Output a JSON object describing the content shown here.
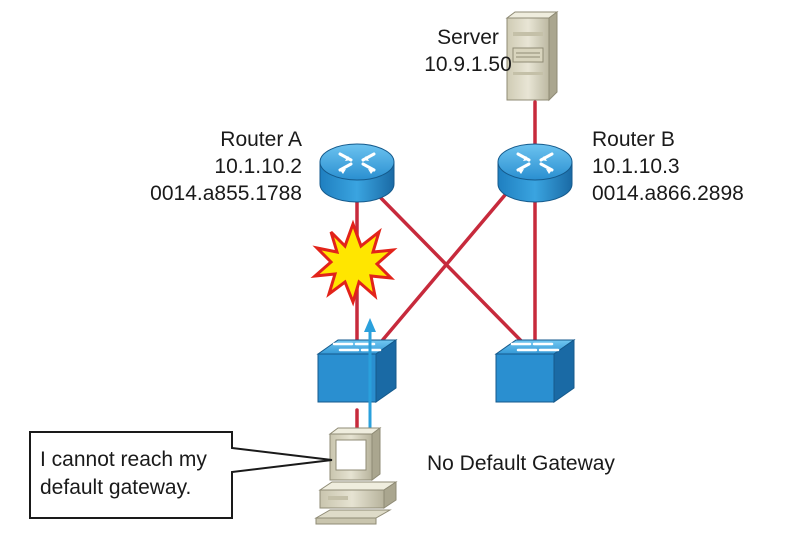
{
  "server": {
    "name": "Server",
    "ip": "10.9.1.50"
  },
  "router_a": {
    "name": "Router A",
    "ip": "10.1.10.2",
    "mac": "0014.a855.1788"
  },
  "router_b": {
    "name": "Router B",
    "ip": "10.1.10.3",
    "mac": "0014.a866.2898"
  },
  "status_label": "No Default Gateway",
  "callout": {
    "line1": "I cannot reach my",
    "line2": "default gateway."
  },
  "icons": {
    "server": "server-icon",
    "router": "router-icon",
    "switch": "switch-icon",
    "pc": "pc-icon",
    "failure": "link-failure-burst-icon",
    "arrow": "traffic-arrow-icon"
  },
  "colors": {
    "link": "#c72a3c",
    "device_blue": "#2a8fd0",
    "device_blue_dark": "#1a6aa5",
    "burst_fill": "#ffe600",
    "burst_stroke": "#e2231a",
    "arrow": "#2aa0dc",
    "server_body": "#d9d6c3"
  }
}
